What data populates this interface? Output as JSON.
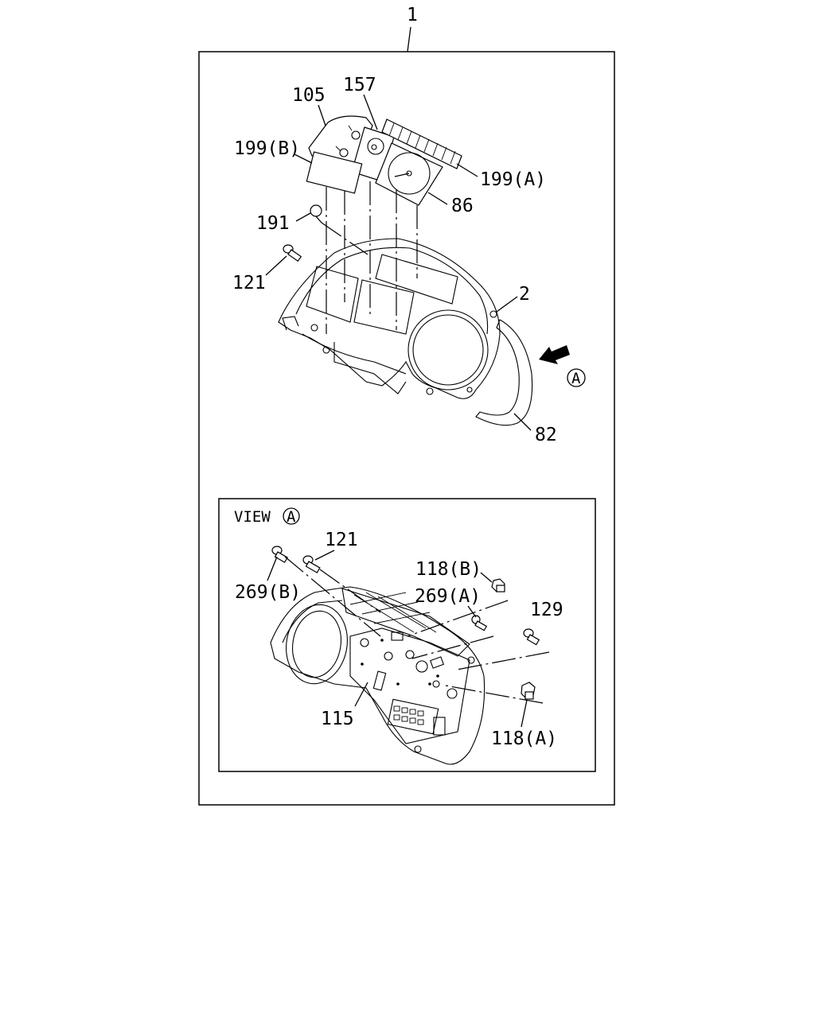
{
  "diagram": {
    "assembly_number": "1",
    "callouts_main": {
      "p105": "105",
      "p157": "157",
      "p199b": "199(B)",
      "p199a": "199(A)",
      "p86": "86",
      "p191": "191",
      "p121": "121",
      "p2": "2",
      "p82": "82",
      "view_marker": "A"
    },
    "view_panel": {
      "title_word": "VIEW",
      "title_marker": "A",
      "callouts": {
        "p121": "121",
        "p269b": "269(B)",
        "p118b": "118(B)",
        "p269a": "269(A)",
        "p129": "129",
        "p115": "115",
        "p118a": "118(A)"
      }
    }
  }
}
